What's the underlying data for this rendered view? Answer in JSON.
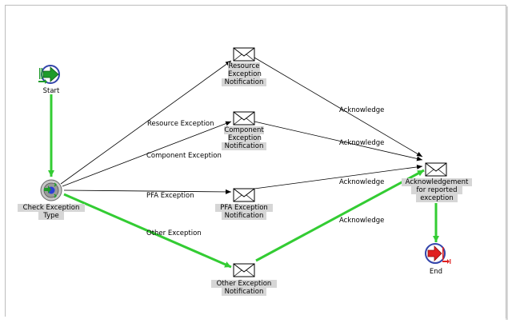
{
  "diagram": {
    "nodes": {
      "start": {
        "label": "Start",
        "icon": "start-arrow-icon"
      },
      "check": {
        "label_1": "Check Exception",
        "label_2": "Type",
        "icon": "function-gear-icon"
      },
      "resource": {
        "label_1": "Resource",
        "label_2": "Exception",
        "label_3": "Notification",
        "icon": "envelope-icon"
      },
      "component": {
        "label_1": "Component",
        "label_2": "Exception",
        "label_3": "Notification",
        "icon": "envelope-icon"
      },
      "pfa": {
        "label_1": "PFA Exception",
        "label_2": "Notification",
        "icon": "envelope-icon"
      },
      "other": {
        "label_1": "Other Exception",
        "label_2": "Notification",
        "icon": "envelope-icon"
      },
      "ack": {
        "label_1": "Acknowledgement",
        "label_2": "for reported",
        "label_3": "exception",
        "icon": "envelope-icon"
      },
      "end": {
        "label": "End",
        "icon": "end-arrow-icon"
      }
    },
    "edges": {
      "resource_exception": "Resource Exception",
      "component_exception": "Component Exception",
      "pfa_exception": "PFA Exception",
      "other_exception": "Other Exception",
      "ack_1": "Acknowledge",
      "ack_2": "Acknowledge",
      "ack_3": "Acknowledge",
      "ack_4": "Acknowledge"
    },
    "colors": {
      "active_path": "#33cc33",
      "inactive_path": "#000000",
      "start_green": "#1f9b2b",
      "end_red": "#e02020",
      "node_ring": "#3344aa"
    }
  }
}
